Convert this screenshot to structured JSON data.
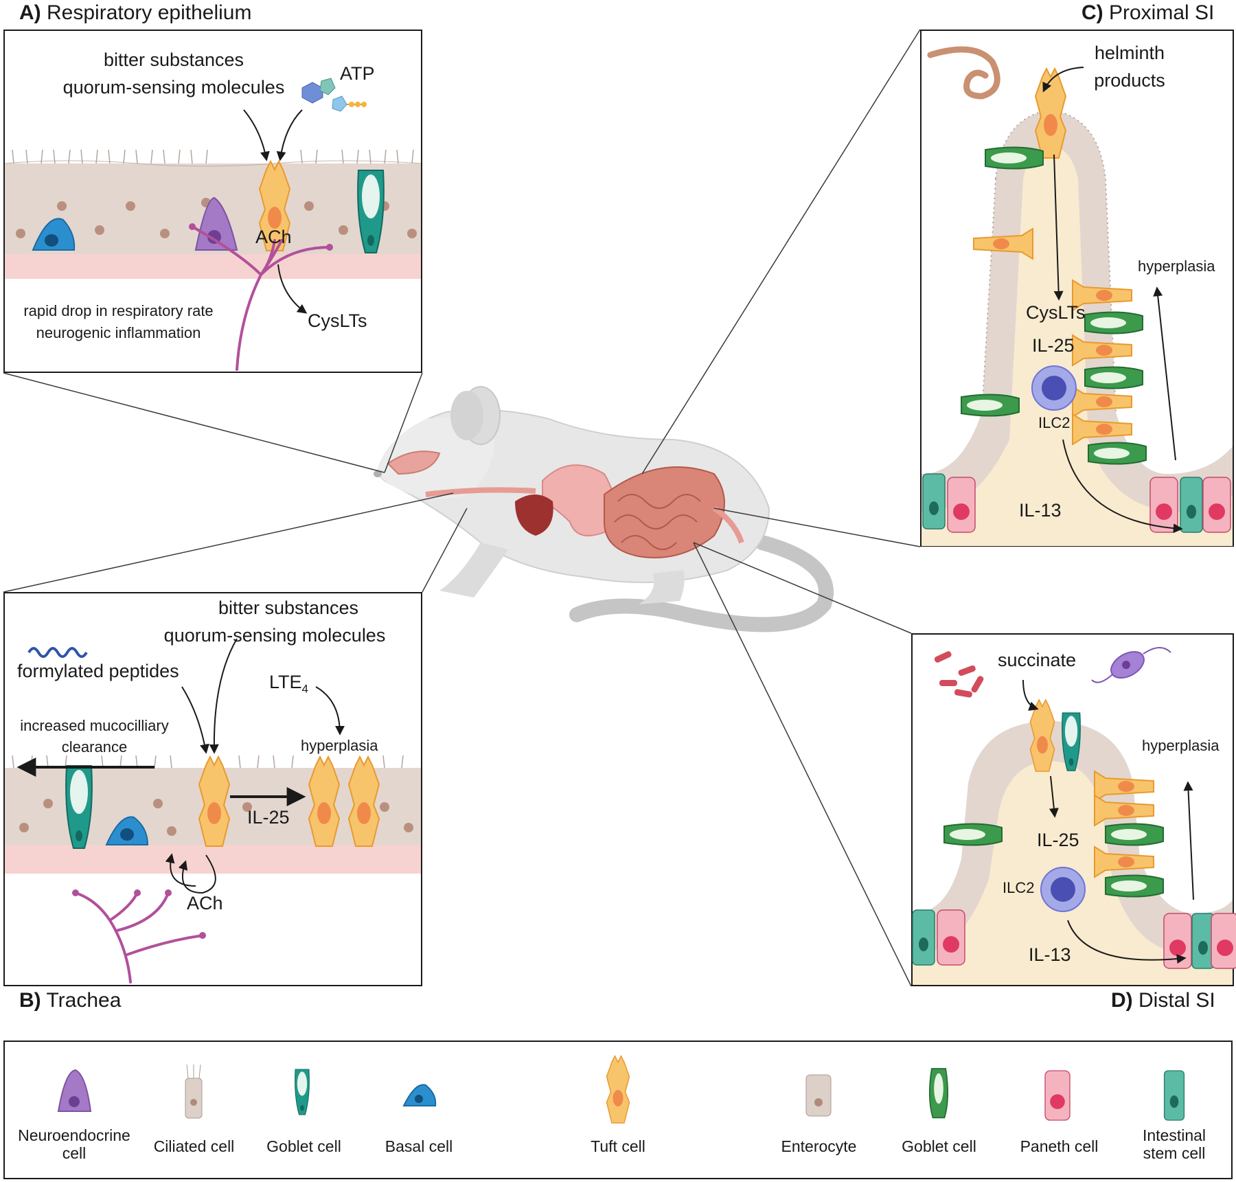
{
  "panels": {
    "a": {
      "letter": "A)",
      "title": "Respiratory epithelium",
      "stimulus_1": "bitter substances",
      "stimulus_2": "quorum-sensing molecules",
      "atp": "ATP",
      "ach": "ACh",
      "cyslts": "CysLTs",
      "effect_1": "rapid drop in respiratory rate",
      "effect_2": "neurogenic inflammation"
    },
    "b": {
      "letter": "B)",
      "title": "Trachea",
      "stimulus_1": "bitter substances",
      "stimulus_2": "quorum-sensing molecules",
      "formyl": "formylated peptides",
      "lte4": "LTE",
      "lte4_sub": "4",
      "hyperplasia": "hyperplasia",
      "clearance_1": "increased mucocilliary",
      "clearance_2": "clearance",
      "il25": "IL-25",
      "ach": "ACh"
    },
    "c": {
      "letter": "C)",
      "title": "Proximal SI",
      "helminth_1": "helminth",
      "helminth_2": "products",
      "cyslts": "CysLTs",
      "il25": "IL-25",
      "ilc2": "ILC2",
      "il13": "IL-13",
      "hyperplasia": "hyperplasia"
    },
    "d": {
      "letter": "D)",
      "title": "Distal SI",
      "succinate": "succinate",
      "il25": "IL-25",
      "ilc2": "ILC2",
      "il13": "IL-13",
      "hyperplasia": "hyperplasia"
    }
  },
  "legend": [
    {
      "label": "Neuroendocrine\ncell",
      "icon": "neuroendocrine-cell-icon"
    },
    {
      "label": "Ciliated cell",
      "icon": "ciliated-cell-icon"
    },
    {
      "label": "Goblet cell",
      "icon": "airway-goblet-cell-icon"
    },
    {
      "label": "Basal cell",
      "icon": "basal-cell-icon"
    },
    {
      "label": "Tuft cell",
      "icon": "tuft-cell-icon"
    },
    {
      "label": "Enterocyte",
      "icon": "enterocyte-icon"
    },
    {
      "label": "Goblet cell",
      "icon": "intestinal-goblet-cell-icon"
    },
    {
      "label": "Paneth cell",
      "icon": "paneth-cell-icon"
    },
    {
      "label": "Intestinal\nstem cell",
      "icon": "intestinal-stem-cell-icon"
    }
  ],
  "colors": {
    "tuft": "#f6b25a",
    "enterocyte": "#d9cdc6",
    "airway_goblet": "#1f9a8a",
    "intestinal_goblet": "#3c9a4c",
    "basal": "#2b8fcf",
    "neuroendocrine": "#9b6cc0",
    "paneth": "#e7647e",
    "stem": "#2f9c87",
    "nerve": "#b2509a",
    "lamina": "#f7d6d3",
    "villus_core": "#f8ebcf",
    "ilc2": "#6f74d4"
  }
}
